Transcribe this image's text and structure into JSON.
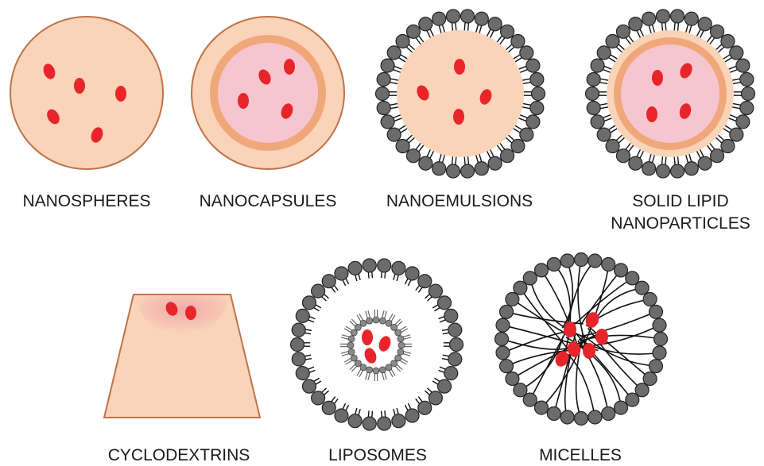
{
  "labels": {
    "nanospheres": "NANOSPHERES",
    "nanocapsules": "NANOCAPSULES",
    "nanoemulsions": "NANOEMULSIONS",
    "solid_lipid_line1": "SOLID LIPID",
    "solid_lipid_line2": "NANOPARTICLES",
    "cyclodextrins": "CYCLODEXTRINS",
    "liposomes": "LIPOSOMES",
    "micelles": "MICELLES"
  },
  "colors": {
    "core": "#f9d4b8",
    "shell": "#f0a77a",
    "inner_core": "#f6c6d0",
    "drug": "#e8252a",
    "outline": "#c0724a",
    "lipid_head": "#6b6b6b",
    "lipid_tail": "#111111"
  }
}
